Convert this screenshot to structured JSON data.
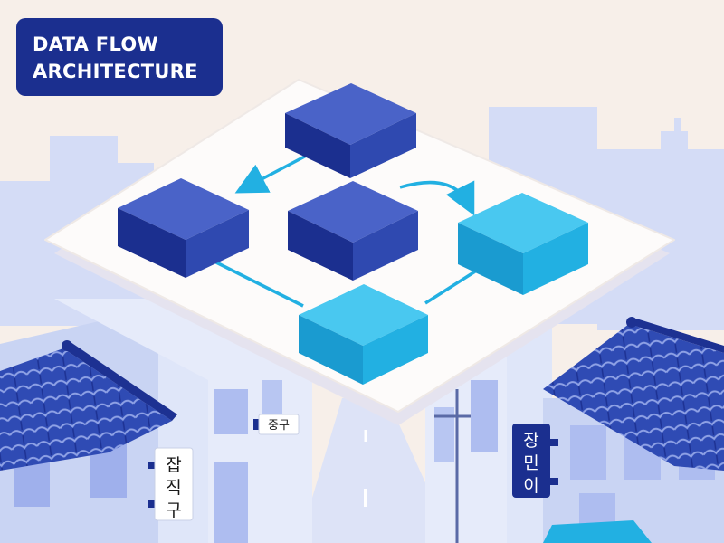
{
  "title": {
    "line1": "DATA FLOW",
    "line2": "ARCHITECTURE"
  },
  "signs": {
    "left": [
      "잡",
      "직",
      "구"
    ],
    "center": "중구",
    "right": [
      "장",
      "민",
      "이"
    ]
  },
  "colors": {
    "title_bg": "#1b2f8f",
    "node_dark": "#2d47aa",
    "node_light": "#22b0e2",
    "connector": "#22b0e2",
    "roof": "#2f4bb4",
    "background": "#f7efe9"
  },
  "nodes": [
    {
      "id": "top-node",
      "tone": "dark"
    },
    {
      "id": "left-node",
      "tone": "dark"
    },
    {
      "id": "center-node",
      "tone": "dark"
    },
    {
      "id": "right-node",
      "tone": "light"
    },
    {
      "id": "bottom-node",
      "tone": "light"
    }
  ]
}
